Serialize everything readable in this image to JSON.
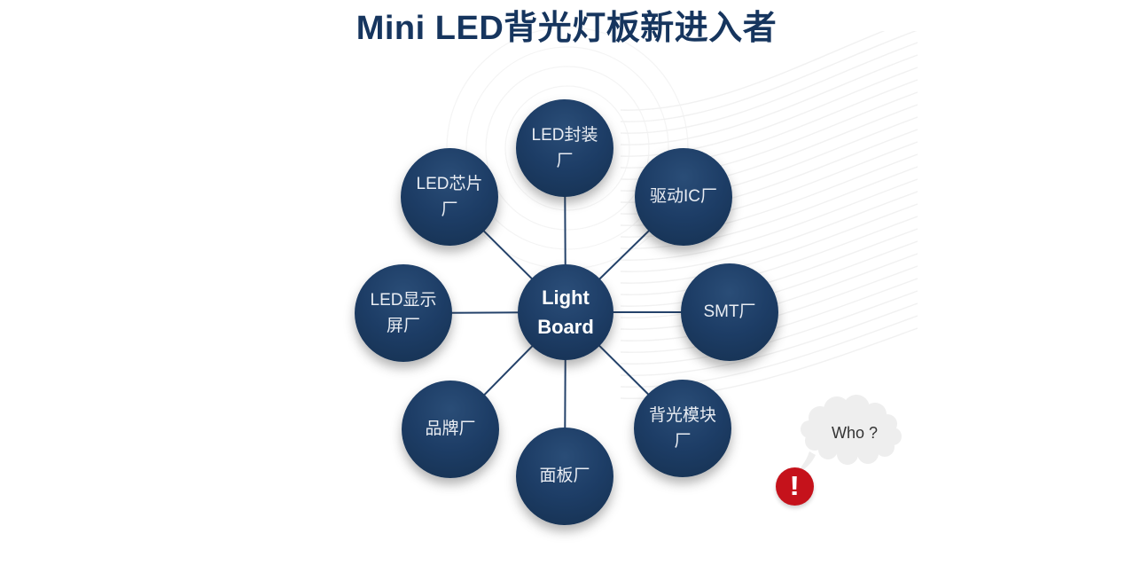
{
  "slide": {
    "title": "Mini LED背光灯板新进入者"
  },
  "diagram": {
    "center_node": {
      "label": "Light\nBoard"
    },
    "nodes": [
      {
        "id": "led-packaging-plant",
        "label": "LED封装\n厂"
      },
      {
        "id": "driver-ic-plant",
        "label": "驱动IC厂"
      },
      {
        "id": "smt-plant",
        "label": "SMT厂"
      },
      {
        "id": "backlight-module-plant",
        "label": "背光模块\n厂"
      },
      {
        "id": "panel-plant",
        "label": "面板厂"
      },
      {
        "id": "brand-plant",
        "label": "品牌厂"
      },
      {
        "id": "led-display-plant",
        "label": "LED显示\n屏厂"
      },
      {
        "id": "led-chip-plant",
        "label": "LED芯片\n厂"
      }
    ]
  },
  "annotation": {
    "bubble_text": "Who ?",
    "exclamation_glyph": "!"
  },
  "colors": {
    "title": "#16355e",
    "node_fill": "#1b3a60",
    "connector": "#24426a",
    "bubble_fill": "#eeeeee",
    "exclamation_red": "#c5121b"
  }
}
